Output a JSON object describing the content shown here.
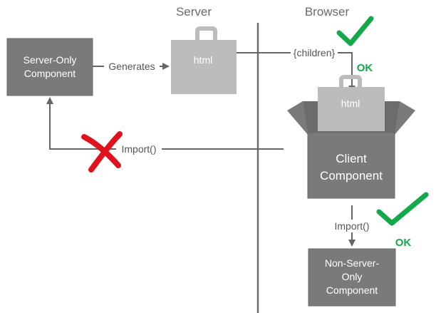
{
  "diagram": {
    "regions": {
      "server": "Server",
      "browser": "Browser"
    },
    "nodes": {
      "server_only": {
        "line1": "Server-Only",
        "line2": "Component"
      },
      "html_server": "html",
      "html_client": "html",
      "client": {
        "line1": "Client",
        "line2": "Component"
      },
      "non_server": {
        "line1": "Non-Server-",
        "line2": "Only",
        "line3": "Component"
      }
    },
    "edges": {
      "generates": "Generates",
      "children": "{children}",
      "import_bad": "Import()",
      "import_good": "Import()"
    },
    "marks": {
      "ok_top": "OK",
      "ok_bottom": "OK"
    }
  },
  "colors": {
    "component_fill": "#7a7a7a",
    "bag_fill": "#bcbcbc",
    "line": "#666666",
    "divider": "#6e6e6e",
    "ok_green": "#13a84a",
    "cross_red": "#e0121b"
  }
}
